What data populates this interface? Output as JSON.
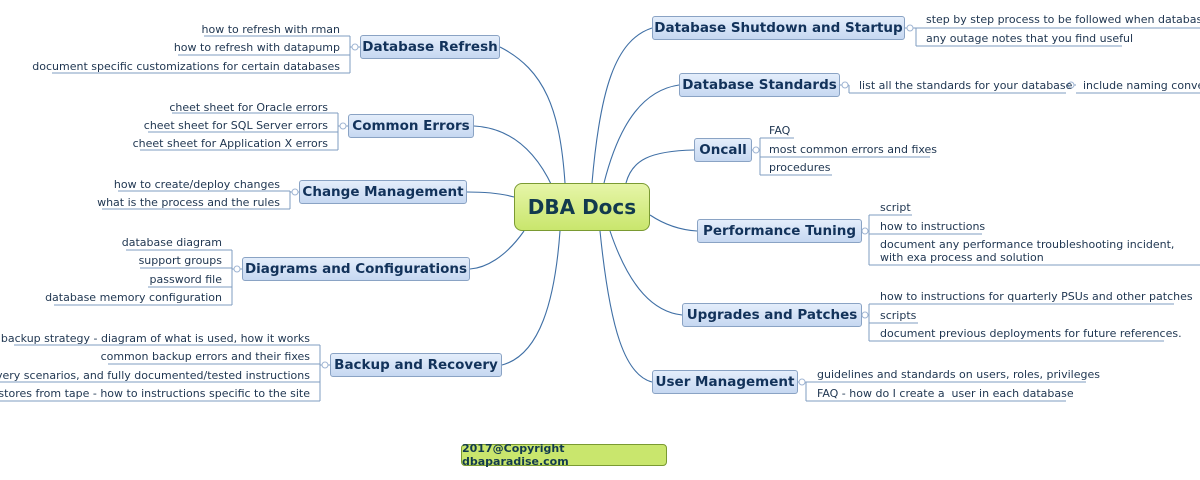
{
  "central": {
    "label": "DBA Docs"
  },
  "branches": {
    "database_refresh": {
      "label": "Database Refresh",
      "leaves": [
        "how to refresh with rman",
        "how to refresh with datapump",
        "document specific customizations for certain databases"
      ]
    },
    "common_errors": {
      "label": "Common Errors",
      "leaves": [
        "cheet sheet for Oracle errors",
        "cheet sheet for SQL Server errors",
        "cheet sheet for Application X errors"
      ]
    },
    "change_management": {
      "label": "Change Management",
      "leaves": [
        "how to create/deploy changes",
        "what is the process and the rules"
      ]
    },
    "diagrams_and_configurations": {
      "label": "Diagrams and Configurations",
      "leaves": [
        "database diagram",
        "support groups",
        "password file",
        "database memory configuration"
      ]
    },
    "backup_and_recovery": {
      "label": "Backup and Recovery",
      "leaves": [
        "backup strategy - diagram of what is used, how it works",
        "common backup errors and their fixes",
        "recovery scenarios, and fully documented/tested instructions",
        "restores from tape - how to instructions specific to the site"
      ]
    },
    "database_shutdown_and_startup": {
      "label": "Database Shutdown and Startup",
      "leaves": [
        "step by step process to be followed when databases o",
        "any outage notes that you find useful"
      ]
    },
    "database_standards": {
      "label": "Database Standards",
      "leaves": [
        "list all the standards for your database",
        "include naming conven"
      ]
    },
    "oncall": {
      "label": "Oncall",
      "leaves": [
        "FAQ",
        "most common errors and fixes",
        "procedures"
      ]
    },
    "performance_tuning": {
      "label": "Performance Tuning",
      "leaves": [
        "script",
        "how to instructions",
        "document any performance troubleshooting incident, with exa process and solution"
      ]
    },
    "upgrades_and_patches": {
      "label": "Upgrades and Patches",
      "leaves": [
        "how to instructions for quarterly PSUs and other patches",
        "scripts",
        "document previous deployments for future references."
      ]
    },
    "user_management": {
      "label": "User Management",
      "leaves": [
        "guidelines and standards on users, roles, privileges",
        "FAQ - how do I create a  user in each database"
      ]
    }
  },
  "copyright": "2017@Copyright dbaparadise.com",
  "colors": {
    "central_fill": "#c9e66d",
    "branch_fill": "#c6d8f1",
    "connector": "#3f6fa5",
    "leaf_line": "#7f9cc0"
  }
}
